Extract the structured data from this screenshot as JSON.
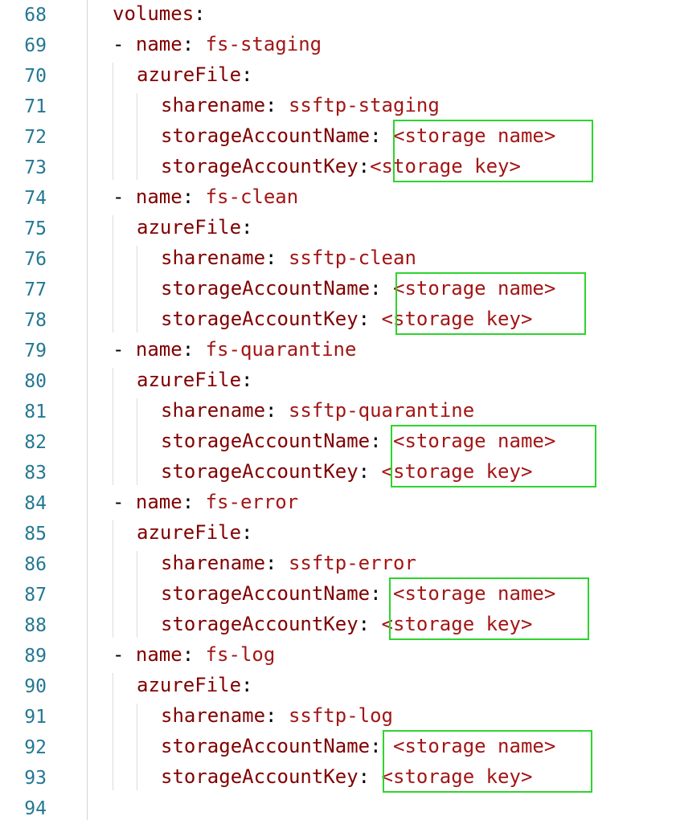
{
  "editor": {
    "language": "yaml",
    "colors": {
      "line_number": "#237893",
      "key": "#800000",
      "punctuation": "#000000",
      "value": "#a31515",
      "highlight": "#2ed42e",
      "indent_guide": "#dcdcdc"
    },
    "lines": [
      {
        "number": "68",
        "indent": 0,
        "dash": "",
        "key": "volumes",
        "colon": ":",
        "sep": "",
        "value": ""
      },
      {
        "number": "69",
        "indent": 0,
        "dash": "- ",
        "key": "name",
        "colon": ":",
        "sep": " ",
        "value": "fs-staging"
      },
      {
        "number": "70",
        "indent": 1,
        "dash": "",
        "key": "azureFile",
        "colon": ":",
        "sep": "",
        "value": ""
      },
      {
        "number": "71",
        "indent": 2,
        "dash": "",
        "key": "sharename",
        "colon": ":",
        "sep": " ",
        "value": "ssftp-staging"
      },
      {
        "number": "72",
        "indent": 2,
        "dash": "",
        "key": "storageAccountName",
        "colon": ":",
        "sep": " ",
        "value": "<storage name>"
      },
      {
        "number": "73",
        "indent": 2,
        "dash": "",
        "key": "storageAccountKey",
        "colon": ":",
        "sep": "",
        "value": "<storage key>"
      },
      {
        "number": "74",
        "indent": 0,
        "dash": "- ",
        "key": "name",
        "colon": ":",
        "sep": " ",
        "value": "fs-clean"
      },
      {
        "number": "75",
        "indent": 1,
        "dash": "",
        "key": "azureFile",
        "colon": ":",
        "sep": "",
        "value": ""
      },
      {
        "number": "76",
        "indent": 2,
        "dash": "",
        "key": "sharename",
        "colon": ":",
        "sep": " ",
        "value": "ssftp-clean"
      },
      {
        "number": "77",
        "indent": 2,
        "dash": "",
        "key": "storageAccountName",
        "colon": ":",
        "sep": " ",
        "value": "<storage name>"
      },
      {
        "number": "78",
        "indent": 2,
        "dash": "",
        "key": "storageAccountKey",
        "colon": ":",
        "sep": " ",
        "value": "<storage key>"
      },
      {
        "number": "79",
        "indent": 0,
        "dash": "- ",
        "key": "name",
        "colon": ":",
        "sep": " ",
        "value": "fs-quarantine"
      },
      {
        "number": "80",
        "indent": 1,
        "dash": "",
        "key": "azureFile",
        "colon": ":",
        "sep": "",
        "value": ""
      },
      {
        "number": "81",
        "indent": 2,
        "dash": "",
        "key": "sharename",
        "colon": ":",
        "sep": " ",
        "value": "ssftp-quarantine"
      },
      {
        "number": "82",
        "indent": 2,
        "dash": "",
        "key": "storageAccountName",
        "colon": ":",
        "sep": " ",
        "value": "<storage name>"
      },
      {
        "number": "83",
        "indent": 2,
        "dash": "",
        "key": "storageAccountKey",
        "colon": ":",
        "sep": " ",
        "value": "<storage key>"
      },
      {
        "number": "84",
        "indent": 0,
        "dash": "- ",
        "key": "name",
        "colon": ":",
        "sep": " ",
        "value": "fs-error"
      },
      {
        "number": "85",
        "indent": 1,
        "dash": "",
        "key": "azureFile",
        "colon": ":",
        "sep": "",
        "value": ""
      },
      {
        "number": "86",
        "indent": 2,
        "dash": "",
        "key": "sharename",
        "colon": ":",
        "sep": " ",
        "value": "ssftp-error"
      },
      {
        "number": "87",
        "indent": 2,
        "dash": "",
        "key": "storageAccountName",
        "colon": ":",
        "sep": " ",
        "value": "<storage name>"
      },
      {
        "number": "88",
        "indent": 2,
        "dash": "",
        "key": "storageAccountKey",
        "colon": ":",
        "sep": " ",
        "value": "<storage key>"
      },
      {
        "number": "89",
        "indent": 0,
        "dash": "- ",
        "key": "name",
        "colon": ":",
        "sep": " ",
        "value": "fs-log"
      },
      {
        "number": "90",
        "indent": 1,
        "dash": "",
        "key": "azureFile",
        "colon": ":",
        "sep": "",
        "value": ""
      },
      {
        "number": "91",
        "indent": 2,
        "dash": "",
        "key": "sharename",
        "colon": ":",
        "sep": " ",
        "value": "ssftp-log"
      },
      {
        "number": "92",
        "indent": 2,
        "dash": "",
        "key": "storageAccountName",
        "colon": ":",
        "sep": " ",
        "value": "<storage name>"
      },
      {
        "number": "93",
        "indent": 2,
        "dash": "",
        "key": "storageAccountKey",
        "colon": ":",
        "sep": " ",
        "value": "<storage key>"
      },
      {
        "number": "94",
        "indent": 0,
        "dash": "",
        "key": "",
        "colon": "",
        "sep": "",
        "value": ""
      }
    ]
  }
}
